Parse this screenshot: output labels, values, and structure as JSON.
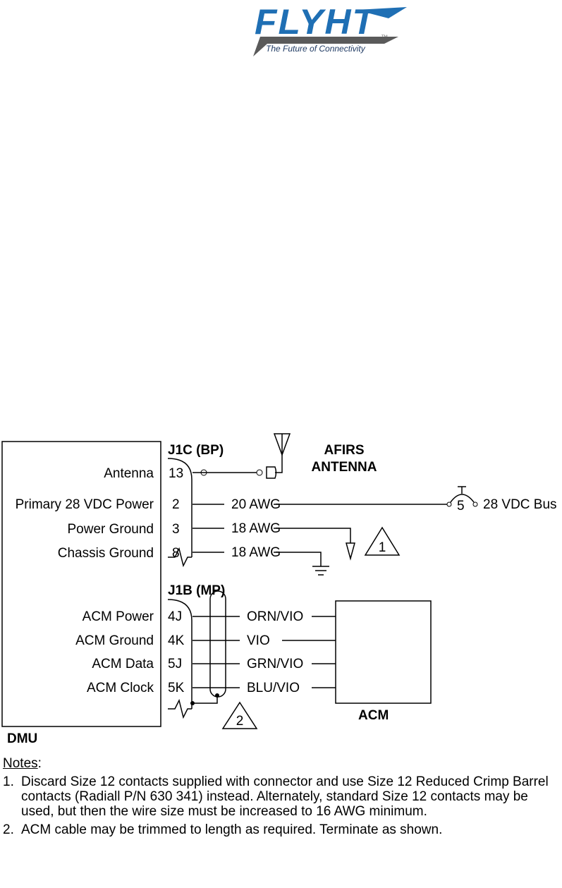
{
  "logo": {
    "brand": "FLYHT",
    "tagline": "The Future of Connectivity",
    "trademark": "TM",
    "colors": {
      "blue": "#1f6fb4",
      "grey": "#5a5a5a"
    }
  },
  "diagram": {
    "dmu_label": "DMU",
    "acm_label": "ACM",
    "connector_j1c": "J1C (BP)",
    "connector_j1b": "J1B (MP)",
    "antenna_label_line1": "AFIRS",
    "antenna_label_line2": "ANTENNA",
    "bus_pin": "5",
    "bus_label": "28 VDC Bus",
    "note_flag_1": "1",
    "note_flag_2": "2",
    "j1c_rows": [
      {
        "signal": "Antenna",
        "pin": "13",
        "wire": ""
      },
      {
        "signal": "Primary 28 VDC Power",
        "pin": "2",
        "wire": "20 AWG"
      },
      {
        "signal": "Power Ground",
        "pin": "3",
        "wire": "18 AWG"
      },
      {
        "signal": "Chassis Ground",
        "pin": "8",
        "wire": "18 AWG"
      }
    ],
    "j1b_rows": [
      {
        "signal": "ACM Power",
        "pin": "4J",
        "wire": "ORN/VIO"
      },
      {
        "signal": "ACM Ground",
        "pin": "4K",
        "wire": "VIO"
      },
      {
        "signal": "ACM Data",
        "pin": "5J",
        "wire": "GRN/VIO"
      },
      {
        "signal": "ACM Clock",
        "pin": "5K",
        "wire": "BLU/VIO"
      }
    ]
  },
  "notes": {
    "header": "Notes",
    "header_suffix": ":",
    "items": [
      {
        "num": "1.",
        "text": "Discard Size 12 contacts supplied with connector and use Size 12 Reduced Crimp Barrel contacts (Radiall P/N 630 341) instead. Alternately, standard Size 12 contacts may be used, but then the wire size must be increased to 16 AWG minimum."
      },
      {
        "num": "2.",
        "text": "ACM cable may be trimmed to length as required. Terminate as shown."
      }
    ]
  }
}
